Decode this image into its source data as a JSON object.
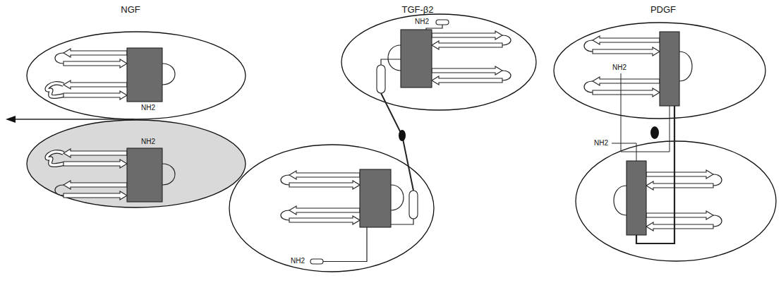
{
  "diagram": {
    "labels": [
      "NGF",
      "TGF-β2",
      "PDGF",
      "NH2",
      "NH2",
      "NH2",
      "NH2",
      "NH2",
      "NH2"
    ]
  }
}
